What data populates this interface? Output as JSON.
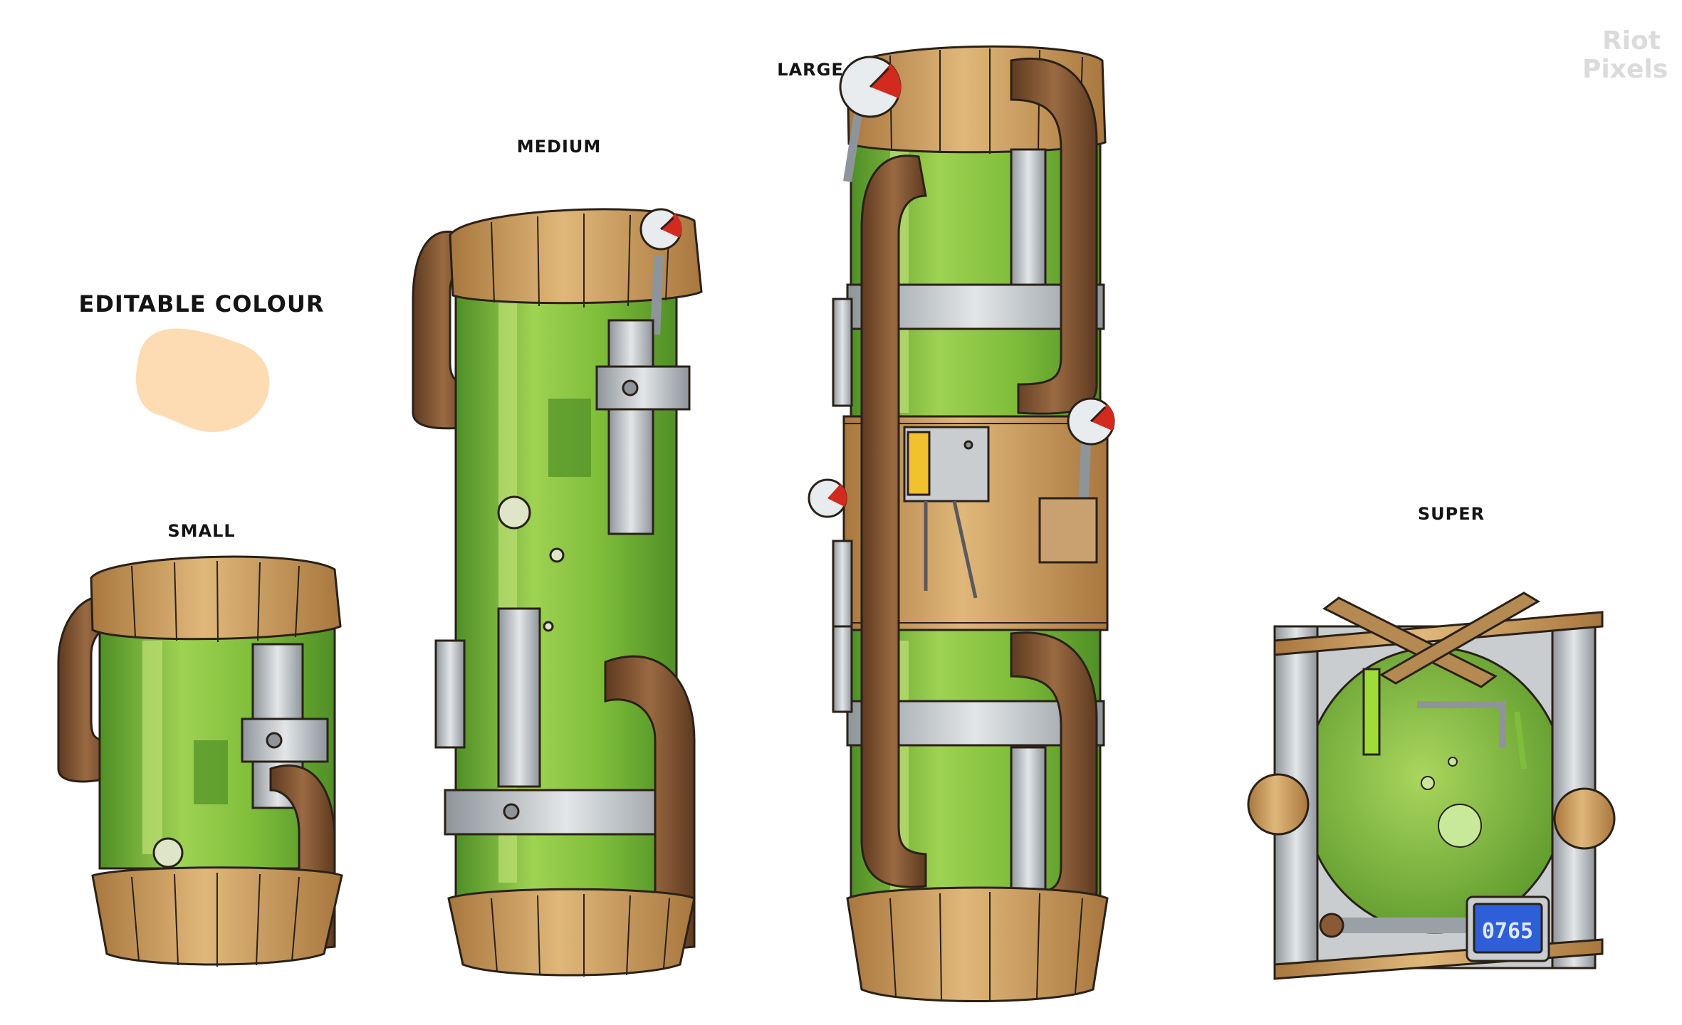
{
  "labels": {
    "editable": "EDITABLE COLOUR",
    "small": "SMALL",
    "medium": "MEDIUM",
    "large": "LARGE",
    "super": "SUPER"
  },
  "display_value": "0765",
  "watermark": {
    "line1": "Riot",
    "line2": "Pixels"
  },
  "icons": {
    "swatch": "editable-colour-swatch",
    "pressure_gauge": "pressure-gauge-icon",
    "control_box": "control-box-icon",
    "digital_display": "digital-display-icon"
  },
  "colors": {
    "swatch": "#fddcb4",
    "liquid": "#8cc63e",
    "liquid_light": "#b6dc6e",
    "liquid_dark": "#4f8f26",
    "wood": "#d4a86a",
    "wood_dark": "#9c6c38",
    "leather": "#8a5a36",
    "metal": "#c9cdd0",
    "metal_dark": "#8e959a",
    "gauge_red": "#d22a1e",
    "display_blue": "#2f5fd8",
    "ink": "#2a2118"
  }
}
